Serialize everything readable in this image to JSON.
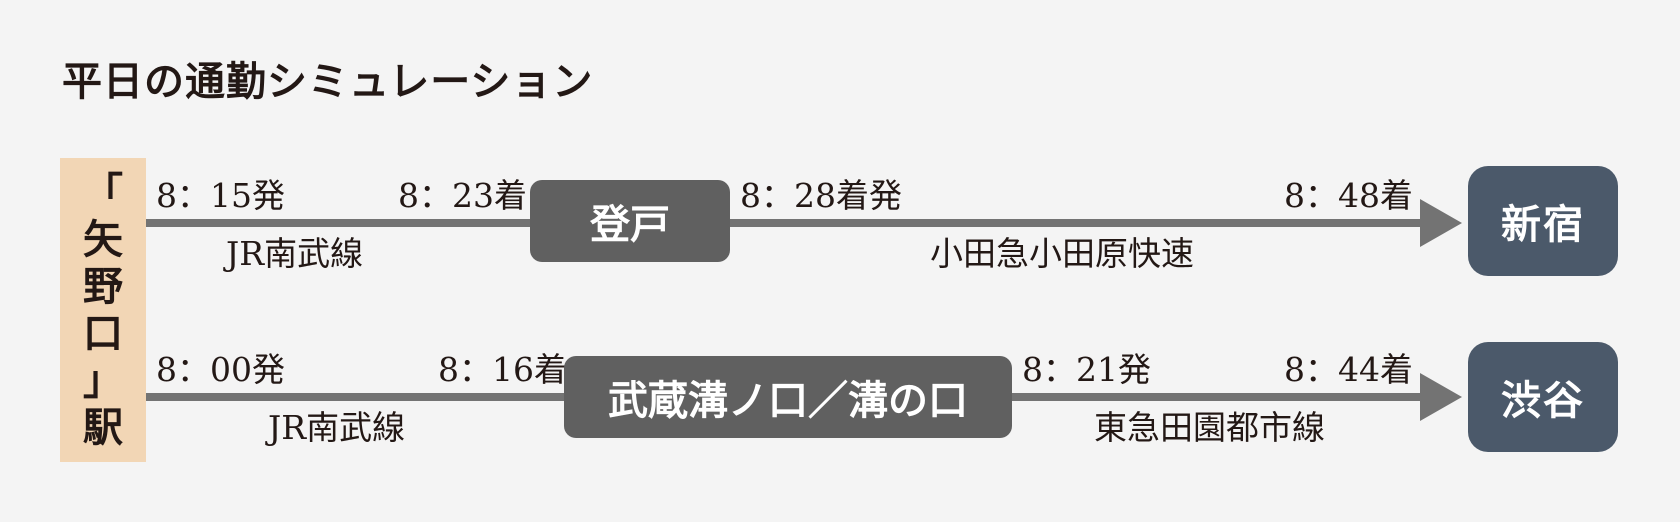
{
  "title": "平日の通勤シミュレーション",
  "origin": {
    "chars": [
      "「",
      "矢",
      "野",
      "口",
      "」",
      "駅"
    ]
  },
  "routes": [
    {
      "departure": "8：15発",
      "first_line": "JR南武線",
      "first_arrival": "8：23着",
      "transfer": "登戸",
      "transfer_time": "8：28着発",
      "second_line": "小田急小田原快速",
      "final_arrival": "8：48着",
      "destination": "新宿"
    },
    {
      "departure": "8：00発",
      "first_line": "JR南武線",
      "first_arrival": "8：16着",
      "transfer": "武蔵溝ノ口／溝の口",
      "transfer_time": "8：21発",
      "second_line": "東急田園都市線",
      "final_arrival": "8：44着",
      "destination": "渋谷"
    }
  ],
  "colors": {
    "background": "#f4f4f4",
    "origin_box": "#f2d6b5",
    "line": "#737373",
    "transfer_box": "#606060",
    "destination_box": "#4b596a",
    "text": "#231815"
  }
}
